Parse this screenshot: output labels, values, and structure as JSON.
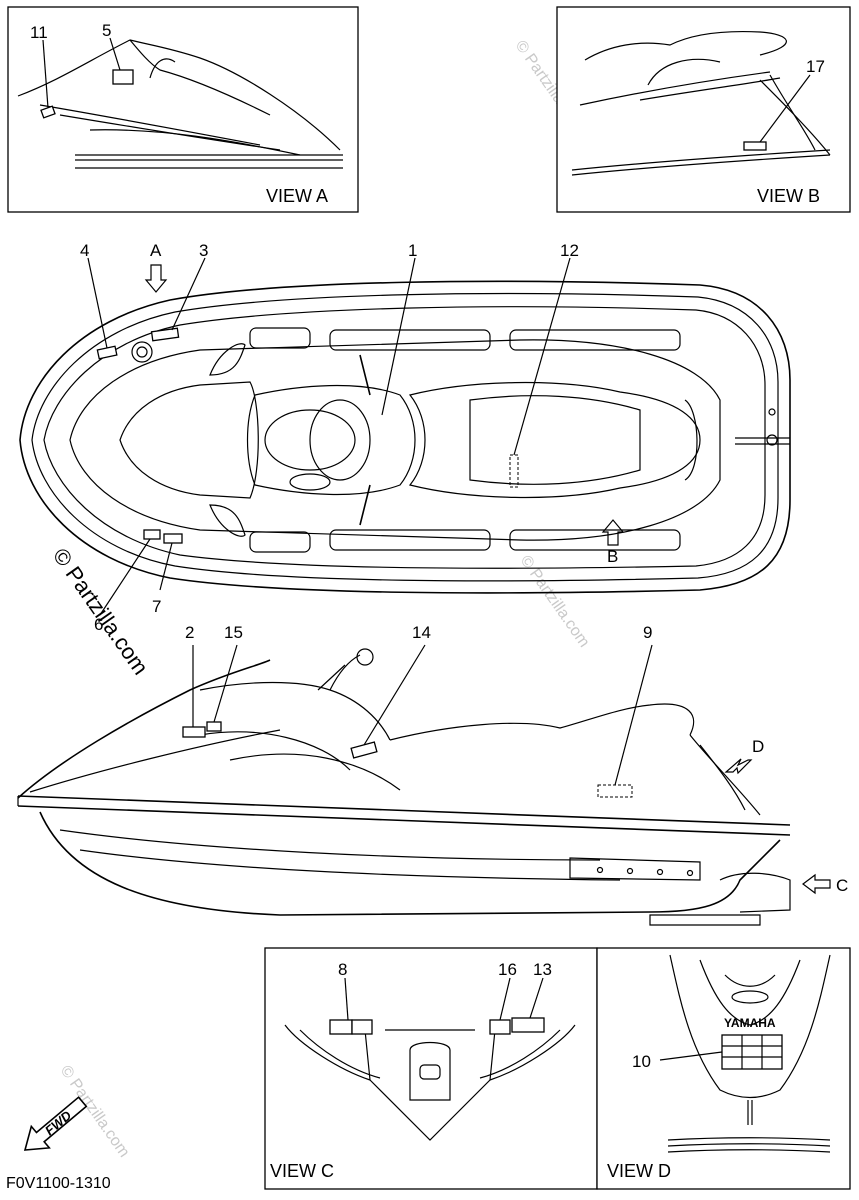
{
  "views": {
    "a": "VIEW A",
    "b": "VIEW B",
    "c": "VIEW C",
    "d": "VIEW D"
  },
  "arrows": {
    "a": "A",
    "b": "B",
    "c": "C",
    "d": "D"
  },
  "callouts": {
    "n1": "1",
    "n2": "2",
    "n3": "3",
    "n4": "4",
    "n5": "5",
    "n6": "6",
    "n7": "7",
    "n8": "8",
    "n9": "9",
    "n10": "10",
    "n11": "11",
    "n12": "12",
    "n13": "13",
    "n14": "14",
    "n15": "15",
    "n16": "16",
    "n17": "17"
  },
  "brand_plate": "YAMAHA",
  "fwd": "FWD",
  "watermark": "© Partzilla.com",
  "figure_code": "F0V1100-1310"
}
